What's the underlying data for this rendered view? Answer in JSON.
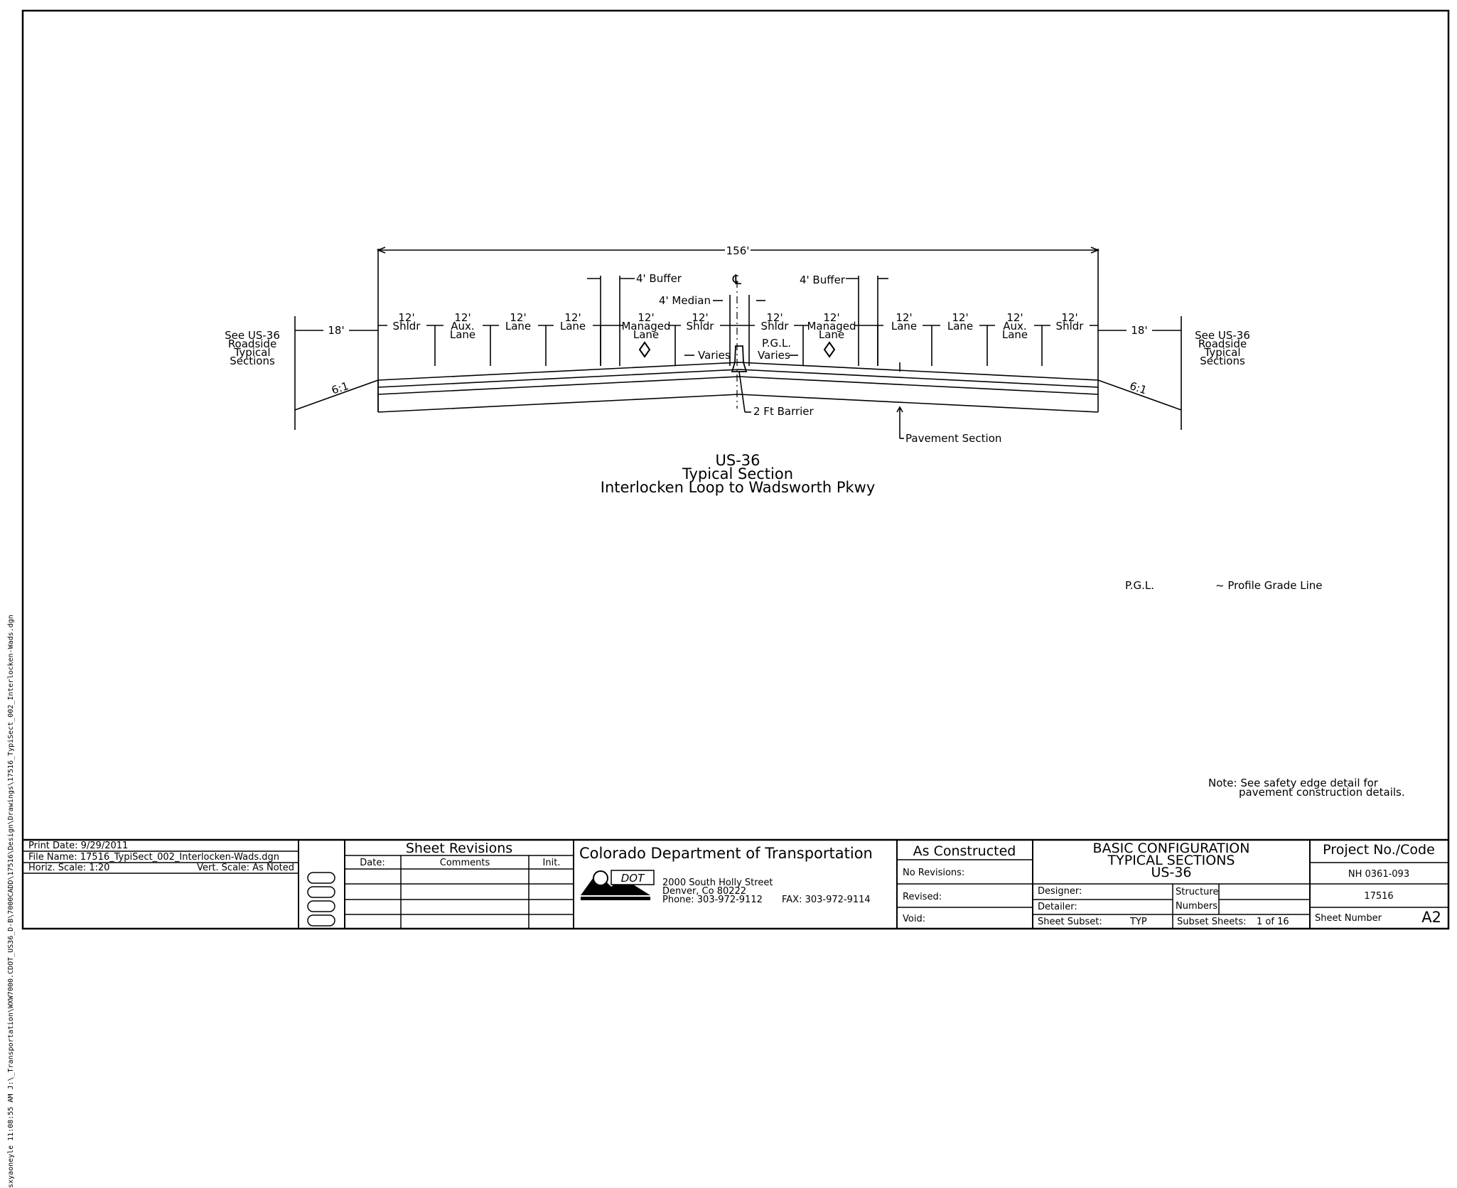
{
  "side_path": "sxyaoneyle 11:08:55 AM J:\\_Transportation\\WXW7000.CDOT_US36_D-B\\7000CADD\\17516\\Design\\Drawings\\17516_TypiSect_002_Interlocken-Wads.dgn",
  "drawing": {
    "overall_width": "156'",
    "centerline": "℄",
    "left_offset": "18'",
    "right_offset": "18'",
    "left_note": [
      "See US-36",
      "Roadside",
      "Typical",
      "Sections"
    ],
    "right_note": [
      "See US-36",
      "Roadside",
      "Typical",
      "Sections"
    ],
    "left_slope": "6:1",
    "right_slope": "6:1",
    "buffer_left": "4' Buffer",
    "buffer_right": "4' Buffer",
    "median": "4' Median",
    "varies_left": "Varies",
    "varies_right": "Varies",
    "pgl_label": "P.G.L.",
    "barrier_label": "2 Ft Barrier",
    "pavement_label": "Pavement Section",
    "lanes": [
      {
        "width": "12'",
        "name": [
          "Shldr"
        ]
      },
      {
        "width": "12'",
        "name": [
          "Aux.",
          "Lane"
        ]
      },
      {
        "width": "12'",
        "name": [
          "Lane"
        ]
      },
      {
        "width": "12'",
        "name": [
          "Lane"
        ]
      },
      {
        "width": "12'",
        "name": [
          "Managed",
          "Lane"
        ]
      },
      {
        "width": "12'",
        "name": [
          "Shldr"
        ]
      },
      {
        "width": "12'",
        "name": [
          "Shldr"
        ]
      },
      {
        "width": "12'",
        "name": [
          "Managed",
          "Lane"
        ]
      },
      {
        "width": "12'",
        "name": [
          "Lane"
        ]
      },
      {
        "width": "12'",
        "name": [
          "Lane"
        ]
      },
      {
        "width": "12'",
        "name": [
          "Aux.",
          "Lane"
        ]
      },
      {
        "width": "12'",
        "name": [
          "Shldr"
        ]
      }
    ],
    "title": [
      "US-36",
      "Typical Section",
      "Interlocken Loop to Wadsworth Pkwy"
    ],
    "legend_abbr": "P.G.L.",
    "legend_text": "~ Profile Grade Line",
    "note": [
      "Note: See safety edge detail for",
      "pavement construction details."
    ]
  },
  "title_block": {
    "print_date": "Print Date: 9/29/2011",
    "file_name": "File Name: 17516_TypiSect_002_Interlocken-Wads.dgn",
    "horiz_scale": "Horiz. Scale: 1:20",
    "vert_scale": "Vert. Scale: As Noted",
    "revisions_title": "Sheet Revisions",
    "rev_headers": [
      "Date:",
      "Comments",
      "Init."
    ],
    "agency": "Colorado Department of Transportation",
    "dot_logo": "DOT",
    "address": [
      "2000 South Holly Street",
      "Denver, Co 80222",
      "Phone: 303-972-9112"
    ],
    "fax": "FAX: 303-972-9114",
    "as_constructed": "As Constructed",
    "no_revisions": "No Revisions:",
    "revised": "Revised:",
    "void": "Void:",
    "sheet_title": [
      "BASIC CONFIGURATION",
      "TYPICAL SECTIONS",
      "US-36"
    ],
    "designer": "Designer:",
    "detailer": "Detailer:",
    "structure_numbers": [
      "Structure",
      "Numbers"
    ],
    "sheet_subset_label": "Sheet Subset:",
    "sheet_subset_value": "TYP",
    "subset_sheets_label": "Subset Sheets:",
    "subset_sheets_value": "1 of 16",
    "project_header": "Project No./Code",
    "project_no": "NH 0361-093",
    "project_code": "17516",
    "sheet_number_label": "Sheet Number",
    "sheet_number": "A2"
  }
}
